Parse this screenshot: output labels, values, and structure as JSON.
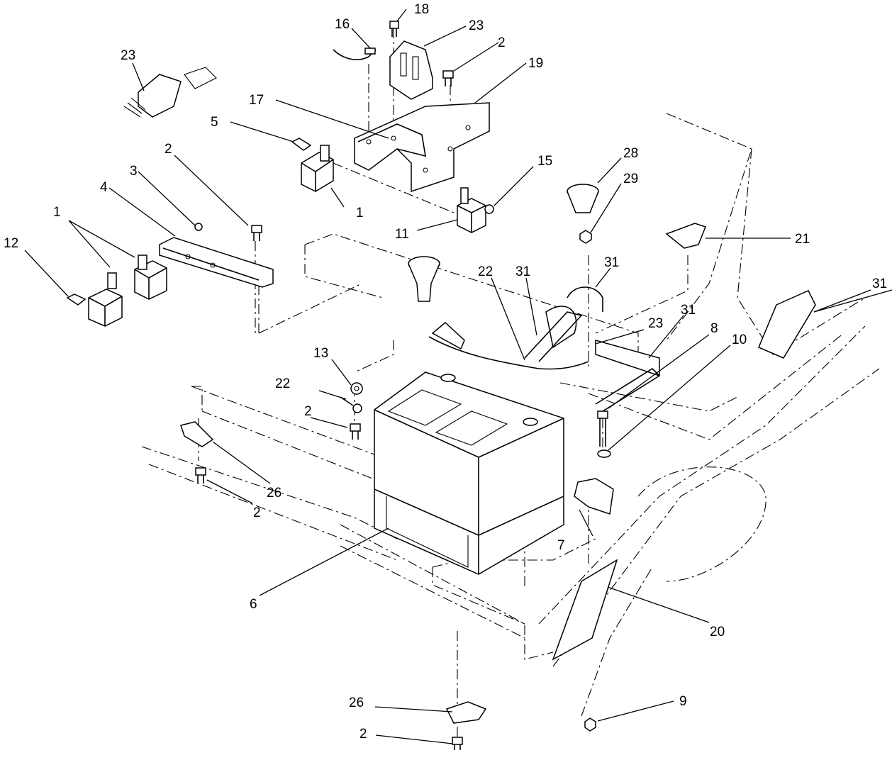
{
  "callouts": [
    {
      "id": "c-18",
      "text": "18"
    },
    {
      "id": "c-16",
      "text": "16"
    },
    {
      "id": "c-23a",
      "text": "23"
    },
    {
      "id": "c-2a",
      "text": "2"
    },
    {
      "id": "c-23b",
      "text": "23"
    },
    {
      "id": "c-19",
      "text": "19"
    },
    {
      "id": "c-17",
      "text": "17"
    },
    {
      "id": "c-5",
      "text": "5"
    },
    {
      "id": "c-2b",
      "text": "2"
    },
    {
      "id": "c-3",
      "text": "3"
    },
    {
      "id": "c-4",
      "text": "4"
    },
    {
      "id": "c-1a",
      "text": "1"
    },
    {
      "id": "c-12",
      "text": "12"
    },
    {
      "id": "c-1b",
      "text": "1"
    },
    {
      "id": "c-15",
      "text": "15"
    },
    {
      "id": "c-11",
      "text": "11"
    },
    {
      "id": "c-28",
      "text": "28"
    },
    {
      "id": "c-29",
      "text": "29"
    },
    {
      "id": "c-21",
      "text": "21"
    },
    {
      "id": "c-22a",
      "text": "22"
    },
    {
      "id": "c-31a",
      "text": "31"
    },
    {
      "id": "c-31b",
      "text": "31"
    },
    {
      "id": "c-31c",
      "text": "31"
    },
    {
      "id": "c-31d",
      "text": "31"
    },
    {
      "id": "c-23c",
      "text": "23"
    },
    {
      "id": "c-8",
      "text": "8"
    },
    {
      "id": "c-10",
      "text": "10"
    },
    {
      "id": "c-13",
      "text": "13"
    },
    {
      "id": "c-22b",
      "text": "22"
    },
    {
      "id": "c-2c",
      "text": "2"
    },
    {
      "id": "c-26a",
      "text": "26"
    },
    {
      "id": "c-2d",
      "text": "2"
    },
    {
      "id": "c-7",
      "text": "7"
    },
    {
      "id": "c-6",
      "text": "6"
    },
    {
      "id": "c-20",
      "text": "20"
    },
    {
      "id": "c-9",
      "text": "9"
    },
    {
      "id": "c-26b",
      "text": "26"
    },
    {
      "id": "c-2e",
      "text": "2"
    }
  ]
}
